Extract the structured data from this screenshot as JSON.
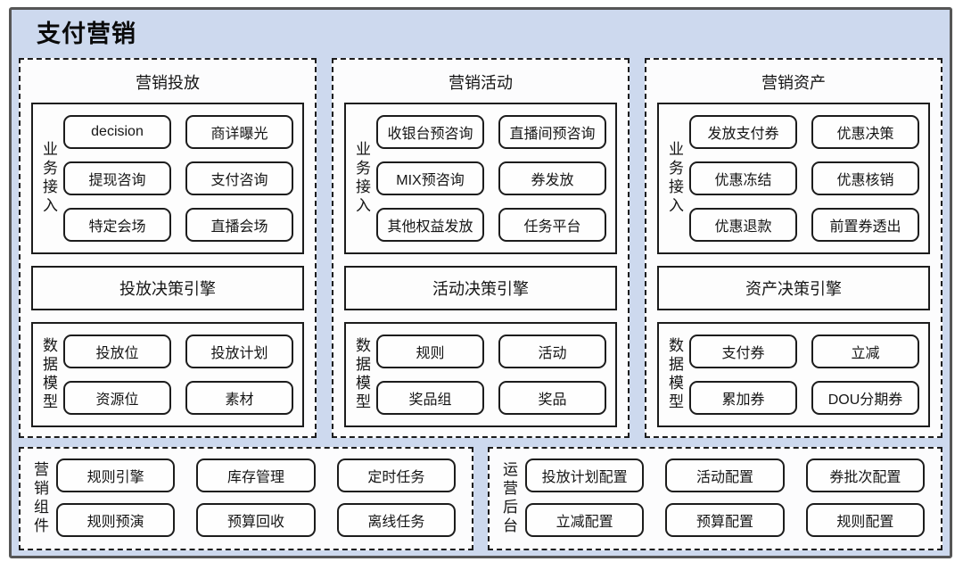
{
  "title": "支付营销",
  "colors": {
    "canvas_bg": "#cdd9ee",
    "canvas_border": "#565656",
    "line": "#1c1c1c",
    "panel_bg": "#fcfcfd",
    "text": "#111111"
  },
  "columns": [
    {
      "title": "营销投放",
      "access_label": "业务接入",
      "access_items": [
        "decision",
        "商详曝光",
        "提现咨询",
        "支付咨询",
        "特定会场",
        "直播会场"
      ],
      "engine": "投放决策引擎",
      "model_label": "数据模型",
      "model_items": [
        "投放位",
        "投放计划",
        "资源位",
        "素材"
      ]
    },
    {
      "title": "营销活动",
      "access_label": "业务接入",
      "access_items": [
        "收银台预咨询",
        "直播间预咨询",
        "MIX预咨询",
        "券发放",
        "其他权益发放",
        "任务平台"
      ],
      "engine": "活动决策引擎",
      "model_label": "数据模型",
      "model_items": [
        "规则",
        "活动",
        "奖品组",
        "奖品"
      ]
    },
    {
      "title": "营销资产",
      "access_label": "业务接入",
      "access_items": [
        "发放支付券",
        "优惠决策",
        "优惠冻结",
        "优惠核销",
        "优惠退款",
        "前置券透出"
      ],
      "engine": "资产决策引擎",
      "model_label": "数据模型",
      "model_items": [
        "支付券",
        "立减",
        "累加券",
        "DOU分期券"
      ]
    }
  ],
  "bottom_sections": [
    {
      "label": "营销组件",
      "items": [
        "规则引擎",
        "库存管理",
        "定时任务",
        "规则预演",
        "预算回收",
        "离线任务"
      ]
    },
    {
      "label": "运营后台",
      "items": [
        "投放计划配置",
        "活动配置",
        "券批次配置",
        "立减配置",
        "预算配置",
        "规则配置"
      ]
    }
  ]
}
